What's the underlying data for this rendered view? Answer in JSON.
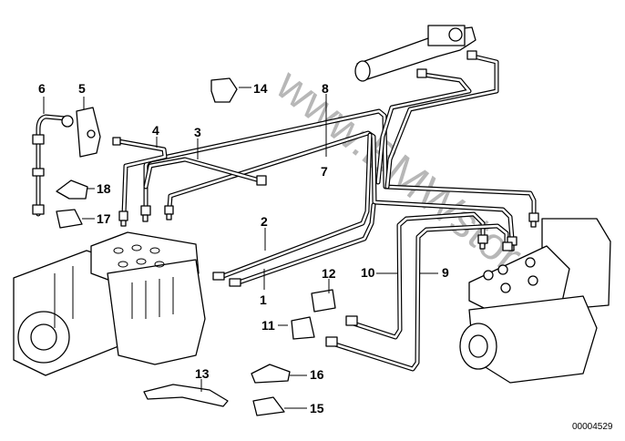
{
  "diagram_code": "00004529",
  "watermark": "www.BMWstore.pl",
  "callouts": {
    "c1": "1",
    "c2": "2",
    "c3": "3",
    "c4": "4",
    "c5": "5",
    "c6": "6",
    "c7": "7",
    "c8": "8",
    "c9": "9",
    "c10": "10",
    "c11": "11",
    "c12": "12",
    "c13": "13",
    "c14": "14",
    "c15": "15",
    "c16": "16",
    "c17": "17",
    "c18": "18"
  }
}
